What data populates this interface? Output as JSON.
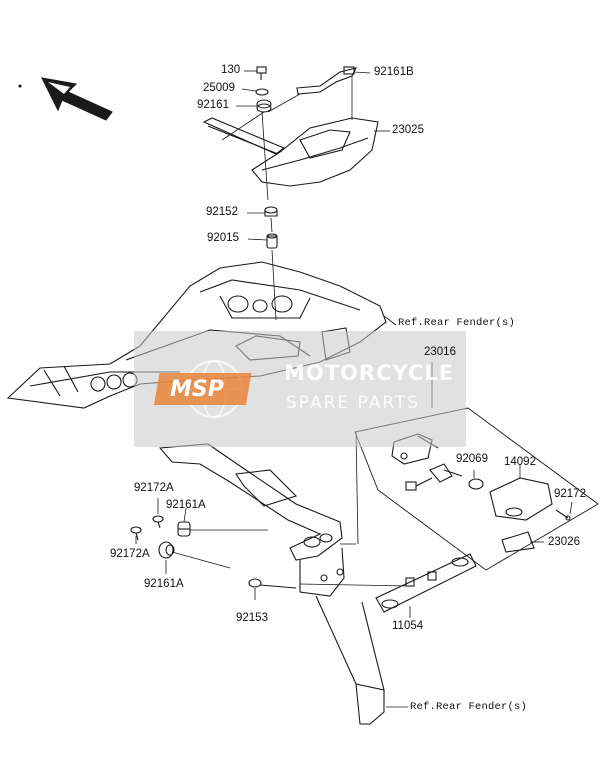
{
  "parts": {
    "p130": "130",
    "p25009": "25009",
    "p92161": "92161",
    "p92161B": "92161B",
    "p23025": "23025",
    "p92152": "92152",
    "p92015": "92015",
    "p23016": "23016",
    "p92069": "92069",
    "p14092": "14092",
    "p92172": "92172",
    "p23026": "23026",
    "p92172A_top": "92172A",
    "p92161A_top": "92161A",
    "p92172A_bottom": "92172A",
    "p92161A_bottom": "92161A",
    "p92153": "92153",
    "p11054": "11054"
  },
  "references": {
    "upper": "Ref.Rear Fender(s)",
    "lower": "Ref.Rear Fender(s)"
  },
  "watermark": {
    "badge_text": "MSP",
    "line1": "MOTORCYCLE",
    "line2": "SPARE PARTS"
  },
  "icons": {
    "direction": "front-direction-arrow-icon"
  },
  "colors": {
    "line": "#1a1a1a",
    "watermark_bg": "#c8c8c8",
    "badge": "#e8833a"
  }
}
